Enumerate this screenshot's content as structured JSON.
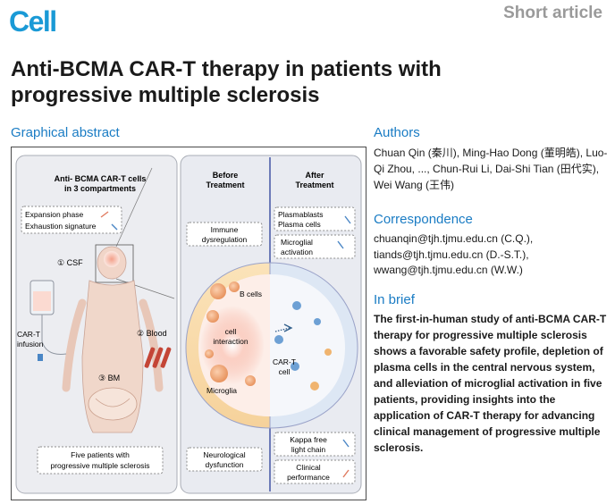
{
  "header": {
    "journal": "Cell",
    "article_type": "Short article"
  },
  "title": "Anti-BCMA CAR-T therapy in patients with progressive multiple sclerosis",
  "graphical_abstract": {
    "heading": "Graphical abstract",
    "left_title_1": "Anti- BCMA CAR-T cells",
    "left_title_2": "in 3 compartments",
    "expansion": "Expansion phase",
    "exhaustion": "Exhaustion signature",
    "csf": "① CSF",
    "blood": "② Blood",
    "bm": "③ BM",
    "cart_1": "CAR-T",
    "cart_2": "infusion",
    "five_1": "Five patients with",
    "five_2": "progressive multiple sclerosis",
    "before_1": "Before",
    "before_2": "Treatment",
    "after_1": "After",
    "after_2": "Treatment",
    "immune_1": "Immune",
    "immune_2": "dysregulation",
    "plasmablasts": "Plasmablasts",
    "plasma_cells": "Plasma cells",
    "microglial_1": "Microglial",
    "microglial_2": "activation",
    "bcells": "B cells",
    "cell_int_1": "cell",
    "cell_int_2": "interaction",
    "microglia": "Microglia",
    "cart_cell_1": "CAR-T",
    "cart_cell_2": "cell",
    "neuro_1": "Neurological",
    "neuro_2": "dysfunction",
    "kappa_1": "Kappa free",
    "kappa_2": "light chain",
    "clinical_1": "Clinical",
    "clinical_2": "performance"
  },
  "authors": {
    "heading": "Authors",
    "text": "Chuan Qin (秦川), Ming-Hao Dong (董明皓), Luo-Qi Zhou, ..., Chun-Rui Li, Dai-Shi Tian (田代实), Wei Wang (王伟)"
  },
  "correspondence": {
    "heading": "Correspondence",
    "line1": "chuanqin@tjh.tjmu.edu.cn (C.Q.),",
    "line2": "tiands@tjh.tjmu.edu.cn (D.-S.T.),",
    "line3": "wwang@tjh.tjmu.edu.cn (W.W.)"
  },
  "in_brief": {
    "heading": "In brief",
    "text": "The first-in-human study of anti-BCMA CAR-T therapy for progressive multiple sclerosis shows a favorable safety profile, depletion of plasma cells in the central nervous system, and alleviation of microglial activation in five patients, providing insights into the application of CAR-T therapy for advancing clinical management of progressive multiple sclerosis."
  },
  "colors": {
    "brand": "#1a9ad6",
    "heading": "#1a7cc4",
    "divider": "#2b3f9a"
  }
}
